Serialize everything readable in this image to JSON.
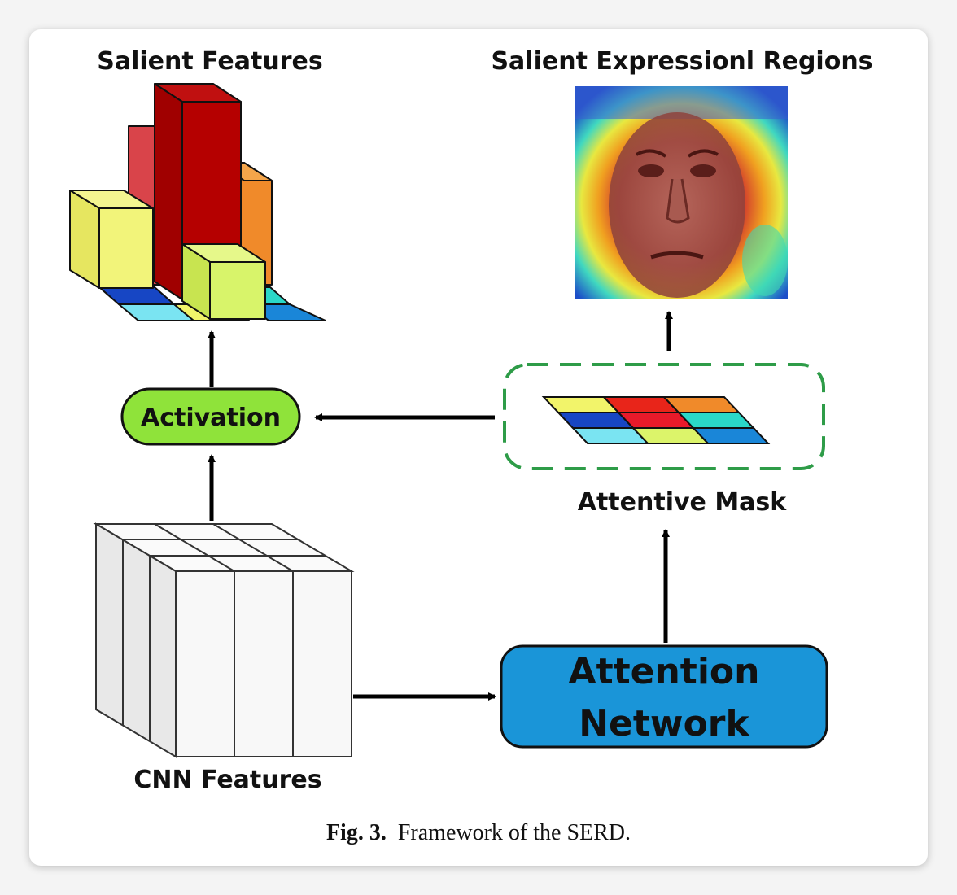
{
  "labels": {
    "salient_features": "Salient Features",
    "salient_regions": "Salient Expressionl Regions",
    "activation": "Activation",
    "attentive_mask": "Attentive Mask",
    "attention_network_line1": "Attention",
    "attention_network_line2": "Network",
    "cnn_features": "CNN Features"
  },
  "caption": {
    "fig_number": "Fig. 3.",
    "text": "Framework of the SERD."
  },
  "colors": {
    "activation_fill": "#8fe33a",
    "attention_fill": "#1a95d8",
    "mask_border": "#2e9c48",
    "bar_red": "#b50000",
    "bar_yellow": "#f2f47a",
    "bar_lime": "#d8f46a",
    "bar_orange": "#f08a2a"
  },
  "attentive_mask_colors": [
    [
      "#f2f46a",
      "#e8251a",
      "#f08a2a"
    ],
    [
      "#1746c4",
      "#e81a2a",
      "#2ad8c8"
    ],
    [
      "#7ae4f2",
      "#dcf46a",
      "#1a86d8"
    ]
  ]
}
